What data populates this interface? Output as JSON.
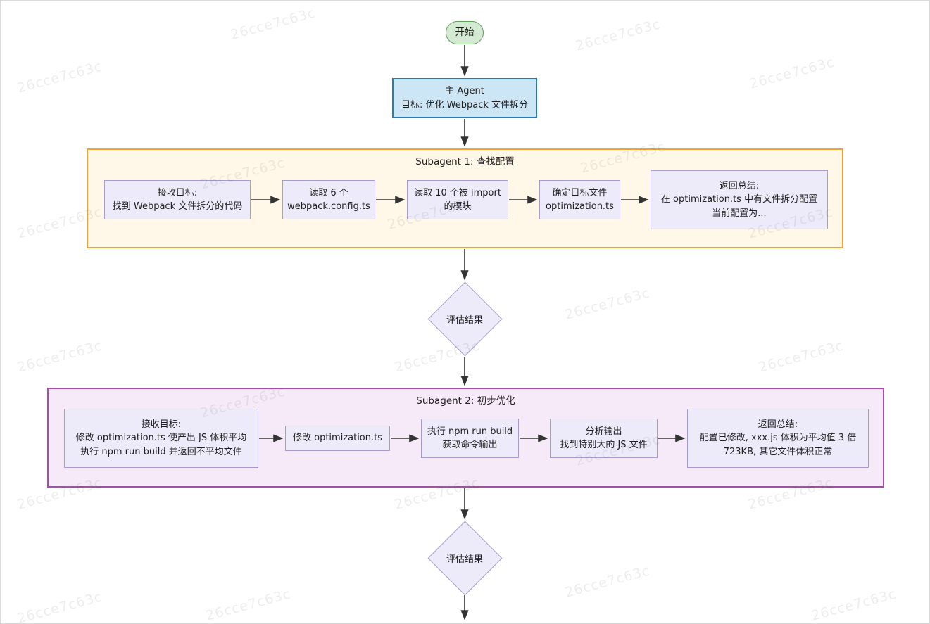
{
  "watermark": {
    "text": "26cce7c63c"
  },
  "colors": {
    "start-fill": "#d5ead2",
    "start-border": "#63a05e",
    "agent-fill": "#cde6f6",
    "agent-border": "#2a7ab8",
    "sub1-fill": "#fff7e8",
    "sub1-border": "#f0a232",
    "sub2-fill": "#f7eaf8",
    "sub2-border": "#a94caf",
    "node-fill": "#edeafa",
    "node-border": "#a89bd4",
    "arrow": "#333333",
    "text": "#1f1f1f"
  },
  "flow": {
    "start": {
      "label": "开始"
    },
    "main_agent": {
      "lines": [
        "主 Agent",
        "目标: 优化 Webpack 文件拆分"
      ]
    },
    "subagent1": {
      "title": "Subagent 1: 查找配置",
      "steps": [
        {
          "lines": [
            "接收目标:",
            "找到 Webpack 文件拆分的代码"
          ]
        },
        {
          "lines": [
            "读取 6 个",
            "webpack.config.ts"
          ]
        },
        {
          "lines": [
            "读取 10 个被 import",
            "的模块"
          ]
        },
        {
          "lines": [
            "确定目标文件",
            "optimization.ts"
          ]
        },
        {
          "lines": [
            "返回总结:",
            "在 optimization.ts 中有文件拆分配置",
            "当前配置为..."
          ]
        }
      ]
    },
    "decision1": {
      "label": "评估结果"
    },
    "subagent2": {
      "title": "Subagent 2: 初步优化",
      "steps": [
        {
          "lines": [
            "接收目标:",
            "修改 optimization.ts 使产出 JS 体积平均",
            "执行 npm run build 并返回不平均文件"
          ]
        },
        {
          "lines": [
            "修改 optimization.ts"
          ]
        },
        {
          "lines": [
            "执行 npm run build",
            "获取命令输出"
          ]
        },
        {
          "lines": [
            "分析输出",
            "找到特别大的 JS 文件"
          ]
        },
        {
          "lines": [
            "返回总结:",
            "配置已修改, xxx.js 体积为平均值 3 倍",
            "723KB, 其它文件体积正常"
          ]
        }
      ]
    },
    "decision2": {
      "label": "评估结果"
    }
  }
}
